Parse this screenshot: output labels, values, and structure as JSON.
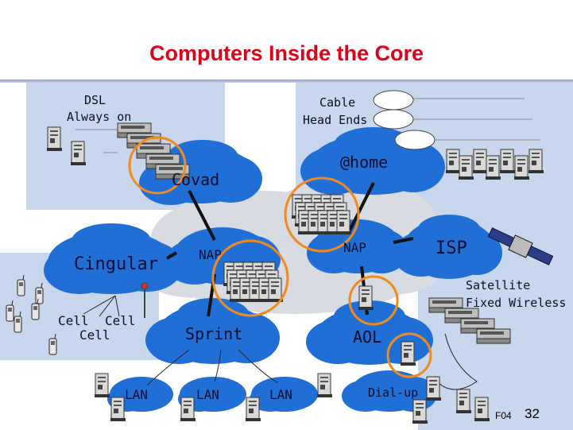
{
  "title": "Computers Inside the Core",
  "labels": {
    "dsl": "DSL",
    "always_on": "Always on",
    "cable": "Cable",
    "head_ends": "Head Ends",
    "home": "@home",
    "covad": "Covad",
    "cingular": "Cingular",
    "nap_left": "NAP",
    "nap_right": "NAP",
    "isp": "ISP",
    "satellite": "Satellite",
    "fixed_wireless": "Fixed Wireless",
    "cell_1": "Cell",
    "cell_2": "Cell",
    "cell_3": "Cell",
    "sprint": "Sprint",
    "aol": "AOL",
    "lan_1": "LAN",
    "lan_2": "LAN",
    "lan_3": "LAN",
    "dialup": "Dial-up"
  },
  "footer": {
    "code": "F04",
    "page": "32"
  },
  "colors": {
    "title": "#e0001a",
    "panel": "#c9d7ee",
    "cloud": "#1f6fd6",
    "core": "#d9dbe3",
    "highlight": "#f08a1c"
  }
}
